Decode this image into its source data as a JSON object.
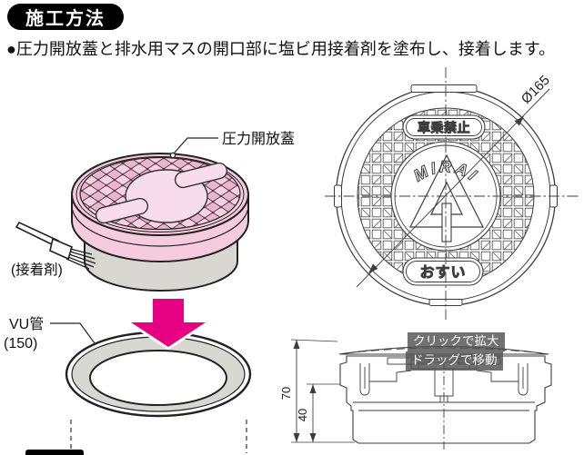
{
  "header": {
    "badge_label": "施工方法"
  },
  "instruction_text": "●圧力開放蓋と排水用マスの開口部に塩ビ用接着剤を塗布し、接着します。",
  "assembly_diagram": {
    "lid_callout": "圧力開放蓋",
    "adhesive_callout": "(接着剤)",
    "pipe_callout_line1": "VU管",
    "pipe_callout_line2": "(150)"
  },
  "plan_view": {
    "top_oval_label": "車乗禁止",
    "brand_label": "MIRAI",
    "bottom_oval_label": "おすい",
    "diameter_label": "Ø165"
  },
  "section_view": {
    "dim_total_height": "70",
    "dim_socket_height": "40"
  },
  "viewer_tooltip": {
    "line1": "クリックで拡大",
    "line2": "ドラッグで移動"
  },
  "colors": {
    "lid_pink": "#f5cbdd",
    "lid_pink_light": "#f9dcec",
    "pattern_pink": "#e9b6cd",
    "socket_gray": "#d8d7d2",
    "arrow_magenta": "#e60082",
    "badge_black": "#000000",
    "line_dark": "#222222",
    "line_drawing": "#3d3d3d"
  }
}
